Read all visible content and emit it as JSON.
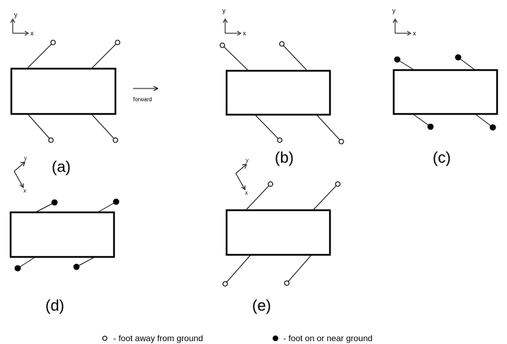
{
  "axes_labels": {
    "x": "x",
    "y": "y"
  },
  "direction_label": "forward",
  "panels": [
    {
      "label": "(a)",
      "feet": [
        "away",
        "away",
        "away",
        "away"
      ]
    },
    {
      "label": "(b)",
      "feet": [
        "away",
        "away",
        "away",
        "away"
      ]
    },
    {
      "label": "(c)",
      "feet": [
        "ground",
        "ground",
        "ground",
        "ground"
      ]
    },
    {
      "label": "(d)",
      "feet": [
        "ground",
        "ground",
        "ground",
        "ground"
      ]
    },
    {
      "label": "(e)",
      "feet": [
        "away",
        "away",
        "away",
        "away"
      ]
    }
  ],
  "legend": {
    "open": "- foot away from ground",
    "filled": "- foot on or near ground"
  }
}
